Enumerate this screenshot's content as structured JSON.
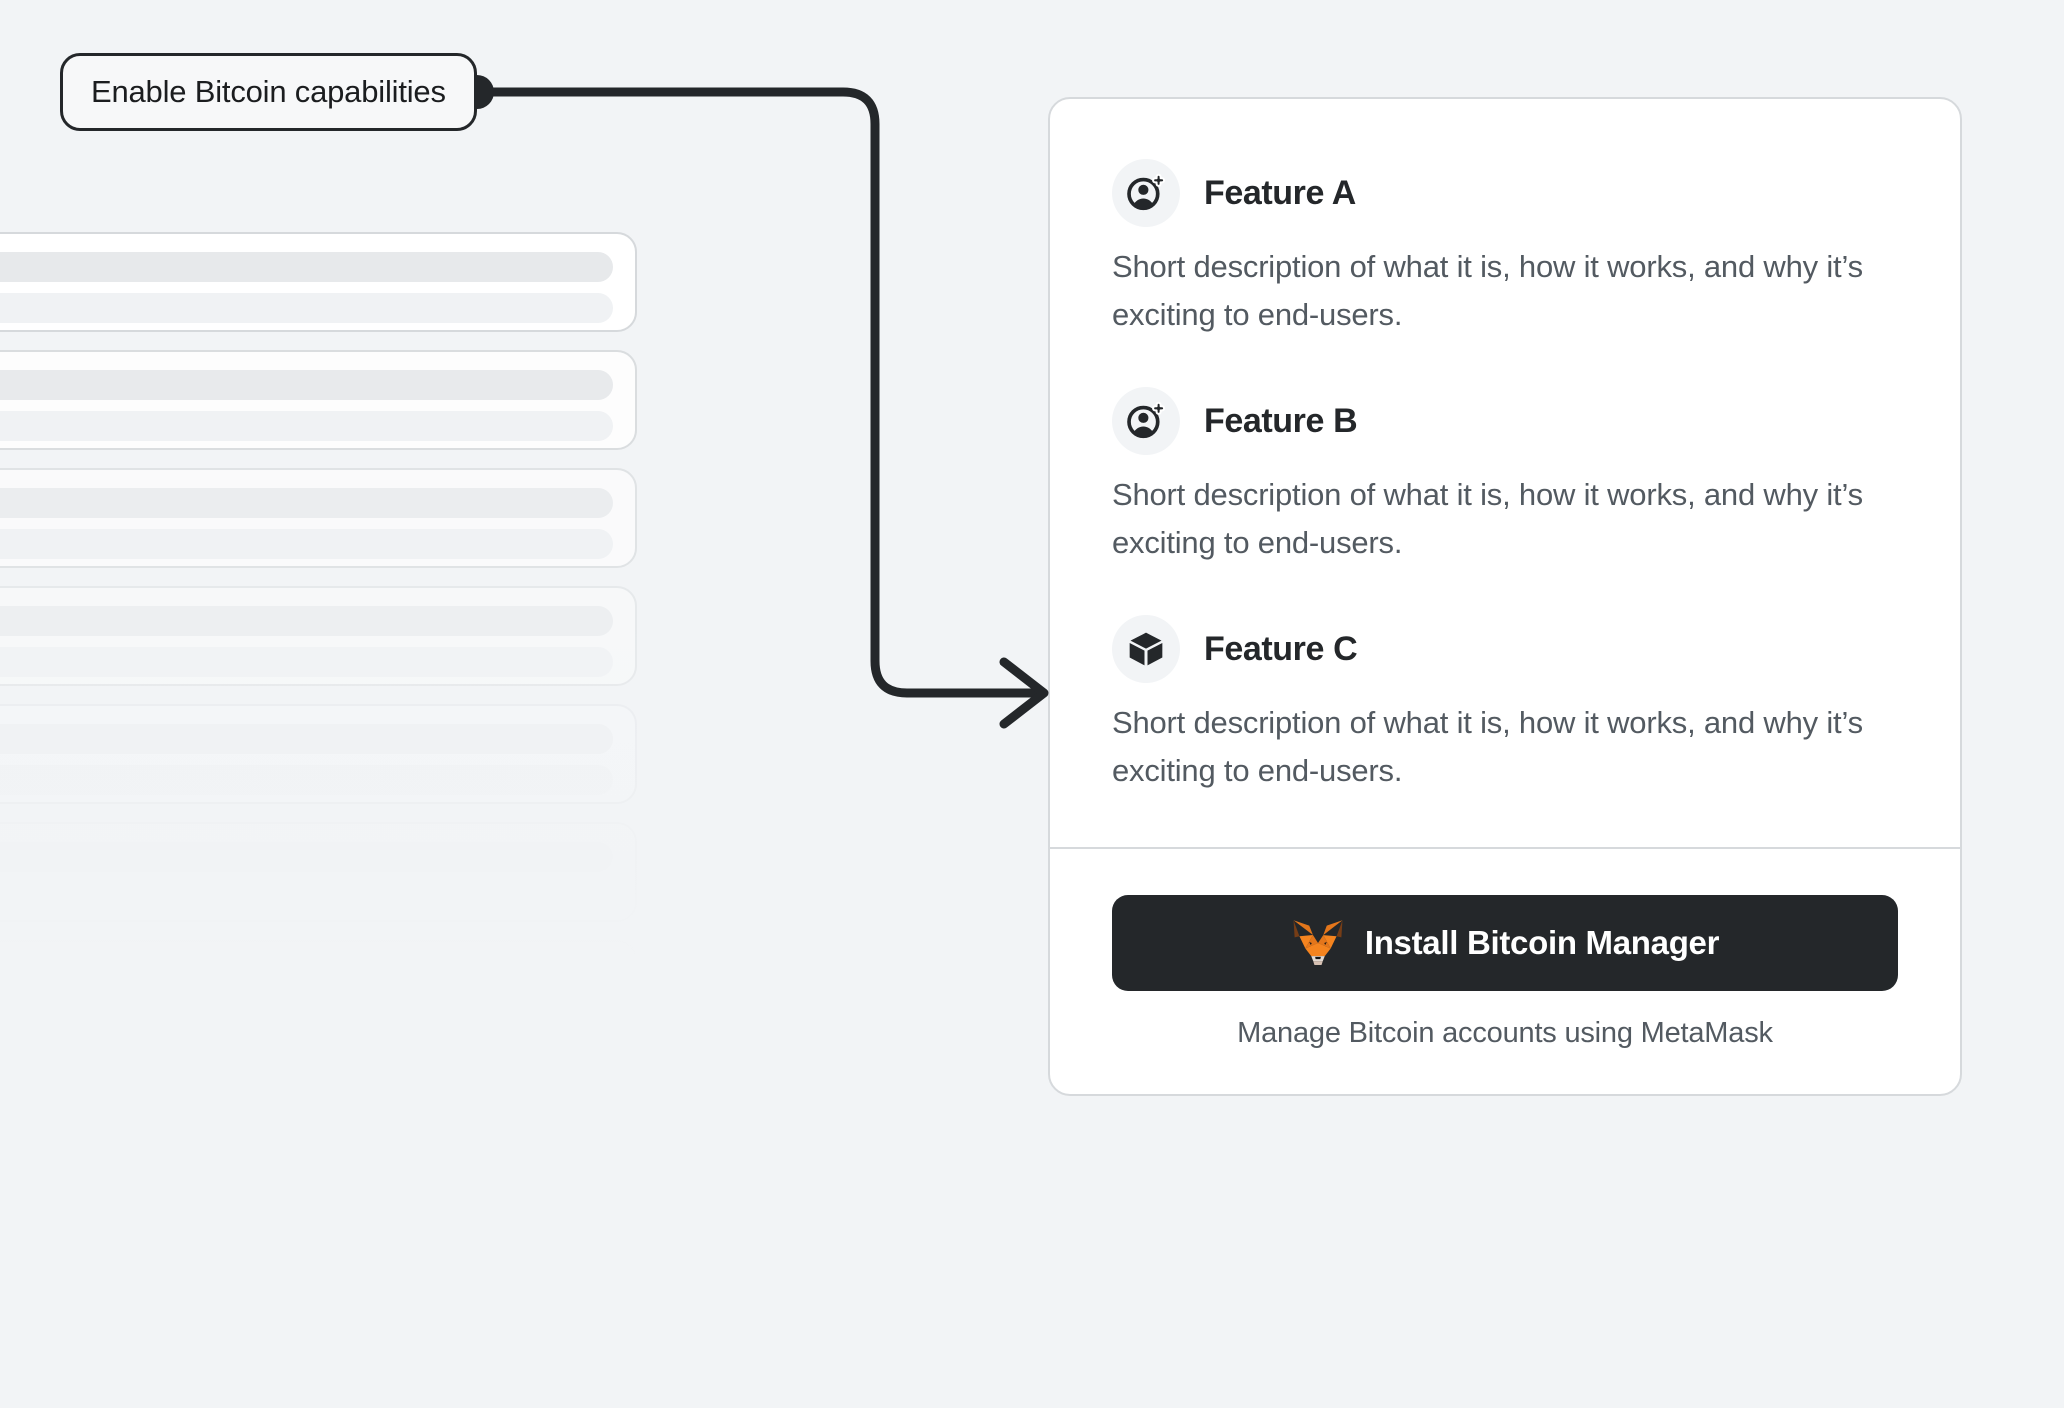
{
  "theme": {
    "background": "#F2F4F6",
    "card_background": "#FFFFFF",
    "border": "#D6D9DC",
    "text_primary": "#24272A",
    "text_secondary": "#535A61",
    "button_background": "#24272A",
    "button_text": "#FFFFFF",
    "connector": "#24272A",
    "fox_orange": "#E2761B",
    "fox_light_orange": "#F5841F",
    "fox_dark_brown": "#763D16",
    "fox_muzzle": "#E4DAD2"
  },
  "annotation": {
    "label": "Enable Bitcoin capabilities",
    "connector_icon": "arrow-right-icon",
    "anchor_dot": "connector-dot"
  },
  "skeleton": {
    "card_count": 7,
    "bar_primary_icon": "skeleton-bar",
    "bar_secondary_icon": "skeleton-bar"
  },
  "card": {
    "features": [
      {
        "title": "Feature A",
        "description": "Short description of what it is, how it works, and why it’s exciting to end-users.",
        "icon": "account-add-icon"
      },
      {
        "title": "Feature B",
        "description": "Short description of what it is, how it works, and why it’s exciting to end-users.",
        "icon": "account-add-icon"
      },
      {
        "title": "Feature C",
        "description": "Short description of what it is, how it works, and why it’s exciting to end-users.",
        "icon": "cube-icon"
      }
    ],
    "footer": {
      "install_button_label": "Install Bitcoin Manager",
      "install_button_icon": "metamask-fox-icon",
      "caption": "Manage Bitcoin accounts using MetaMask"
    }
  }
}
